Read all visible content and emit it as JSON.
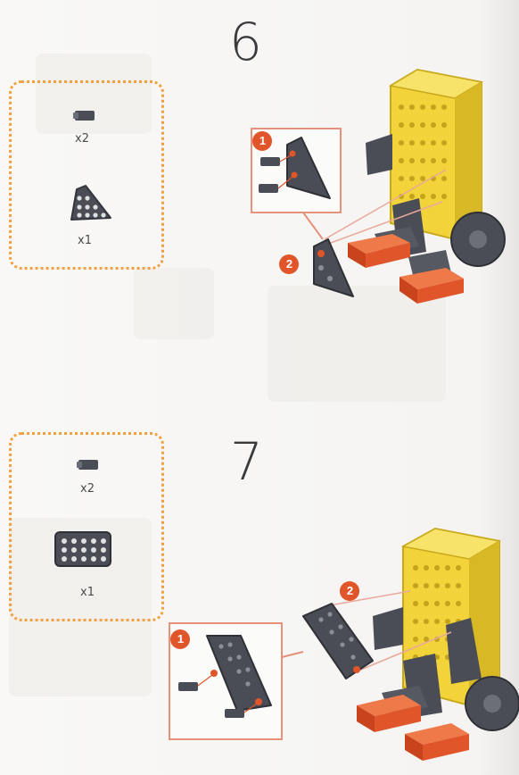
{
  "steps": [
    {
      "number": "6",
      "parts": [
        {
          "icon": "connector-peg-icon",
          "qty": "x2"
        },
        {
          "icon": "triangle-plate-icon",
          "qty": "x1"
        }
      ],
      "callouts": [
        "1",
        "2"
      ]
    },
    {
      "number": "7",
      "parts": [
        {
          "icon": "connector-peg-icon",
          "qty": "x2"
        },
        {
          "icon": "rectangular-plate-icon",
          "qty": "x1"
        }
      ],
      "callouts": [
        "1",
        "2"
      ]
    }
  ],
  "colors": {
    "yellow": "#f2d43a",
    "dark_gray": "#4a4d55",
    "orange": "#e0552a",
    "callout": "#e0552a",
    "dotted_border": "#f0a040"
  }
}
